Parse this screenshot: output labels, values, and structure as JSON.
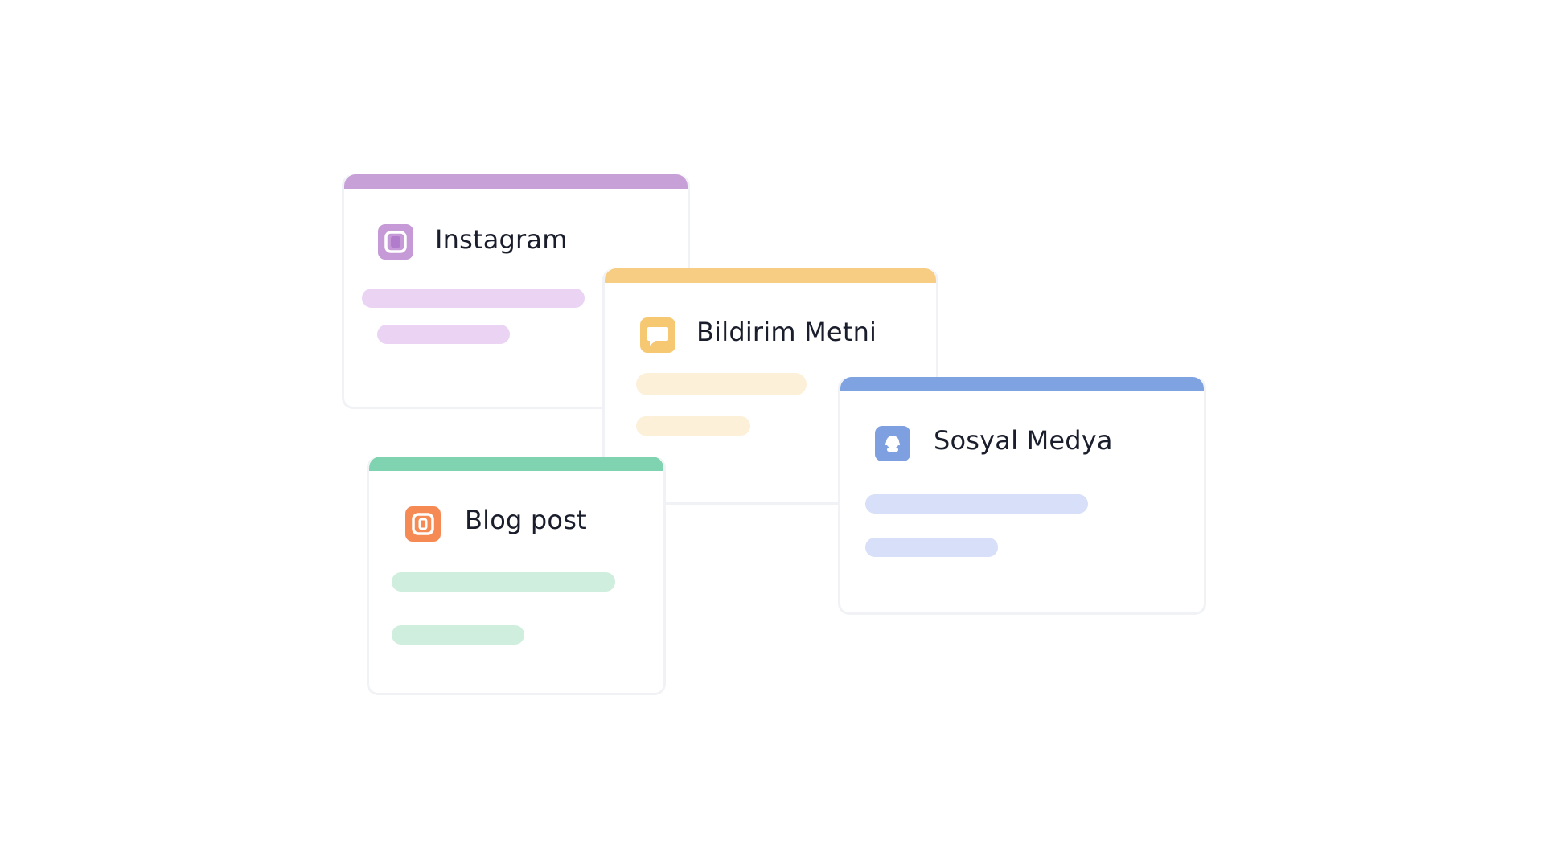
{
  "cards": {
    "instagram": {
      "title": "Instagram",
      "icon": "instagram-icon",
      "accent": "#c8a0d8",
      "icon_bg": "#c59ad6",
      "line_color": "#ead3f3"
    },
    "bildirim": {
      "title": "Bildirim Metni",
      "icon": "chat-bubble-icon",
      "accent": "#f7cd83",
      "icon_bg": "#f7c872",
      "line_color": "#fdf0d8"
    },
    "blog": {
      "title": "Blog post",
      "icon": "blog-icon",
      "accent": "#7fd3b0",
      "icon_bg": "#f58a55",
      "line_color": "#cfeedd"
    },
    "sosyal": {
      "title": "Sosyal Medya",
      "icon": "user-icon",
      "accent": "#7fa3e0",
      "icon_bg": "#7fa0e0",
      "line_color": "#d7dff9"
    }
  }
}
